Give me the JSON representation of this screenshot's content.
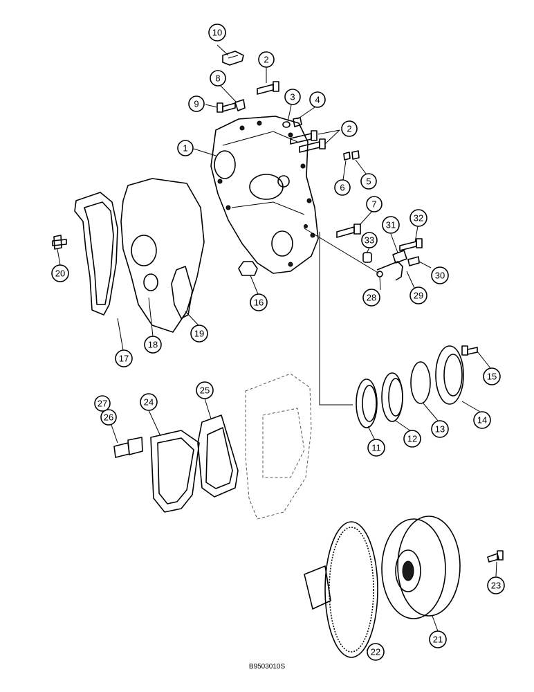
{
  "drawing_code": "B9503010S",
  "callouts": [
    {
      "label": "1"
    },
    {
      "label": "2"
    },
    {
      "label": "2"
    },
    {
      "label": "3"
    },
    {
      "label": "4"
    },
    {
      "label": "5"
    },
    {
      "label": "6"
    },
    {
      "label": "7"
    },
    {
      "label": "8"
    },
    {
      "label": "9"
    },
    {
      "label": "10"
    },
    {
      "label": "11"
    },
    {
      "label": "12"
    },
    {
      "label": "13"
    },
    {
      "label": "14"
    },
    {
      "label": "15"
    },
    {
      "label": "16"
    },
    {
      "label": "17"
    },
    {
      "label": "18"
    },
    {
      "label": "19"
    },
    {
      "label": "20"
    },
    {
      "label": "21"
    },
    {
      "label": "22"
    },
    {
      "label": "23"
    },
    {
      "label": "24"
    },
    {
      "label": "25"
    },
    {
      "label": "26"
    },
    {
      "label": "27"
    },
    {
      "label": "28"
    },
    {
      "label": "29"
    },
    {
      "label": "30"
    },
    {
      "label": "31"
    },
    {
      "label": "32"
    },
    {
      "label": "33"
    }
  ]
}
